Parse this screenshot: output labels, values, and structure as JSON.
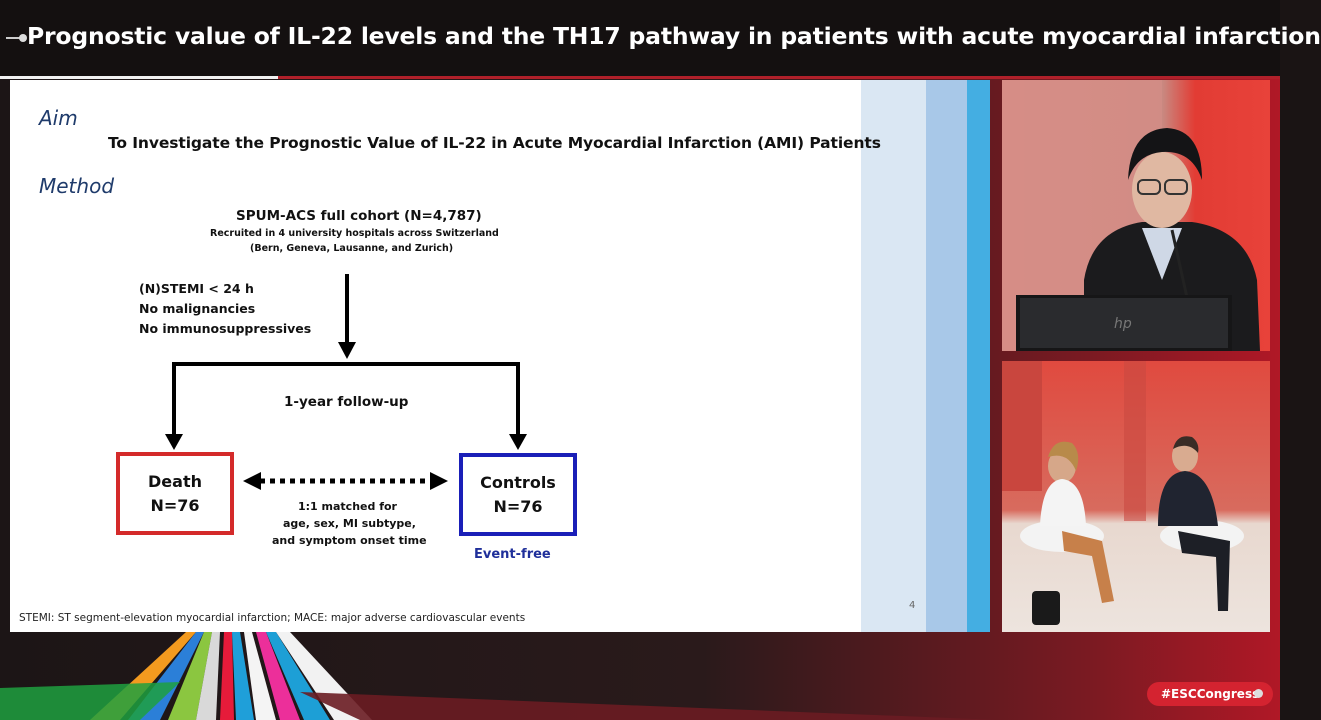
{
  "header": {
    "title": "Prognostic value of IL-22 levels and the TH17 pathway in patients with acute myocardial infarction"
  },
  "slide": {
    "aim_heading": "Aim",
    "aim_text": "To Investigate the Prognostic Value of IL-22 in Acute Myocardial Infarction (AMI) Patients",
    "method_heading": "Method",
    "flowchart": {
      "cohort_title": "SPUM-ACS full cohort (N=4,787)",
      "cohort_sub1": "Recruited in 4 university hospitals across Switzerland",
      "cohort_sub2": "(Bern, Geneva, Lausanne, and Zurich)",
      "criteria": [
        "(N)STEMI < 24 h",
        "No malignancies",
        "No immunosuppressives"
      ],
      "followup": "1-year follow-up",
      "death_label": "Death",
      "death_n": "N=76",
      "controls_label": "Controls",
      "controls_n": "N=76",
      "matched": [
        "1:1 matched for",
        "age, sex, MI subtype,",
        "and symptom onset time"
      ],
      "event_free": "Event-free"
    },
    "footnote": "STEMI: ST segment-elevation myocardial infarction; MACE: major adverse cardiovascular events",
    "page_number": "4"
  },
  "branding": {
    "hashtag": "#ESCCongress"
  },
  "colors": {
    "accent_red": "#d42330",
    "heading_blue": "#1f3b6b",
    "death_border": "#d42a2a",
    "controls_border": "#1a1fb8",
    "event_free": "#1f2f9a"
  }
}
